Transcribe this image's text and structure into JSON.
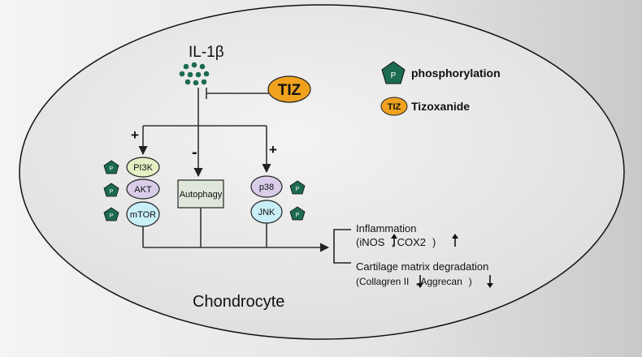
{
  "ligand": {
    "label": "IL-1β"
  },
  "drug": {
    "label": "TIZ"
  },
  "legend": {
    "phosphorylation": {
      "symbol": "P",
      "label": "phosphorylation"
    },
    "tizoxanide": {
      "symbol": "TIZ",
      "label": "Tizoxanide"
    }
  },
  "cell": {
    "label": "Chondrocyte"
  },
  "signs": {
    "pi3k_branch": "+",
    "autophagy_branch": "-",
    "p38_branch": "+"
  },
  "nodes": {
    "pi3k": "PI3K",
    "akt": "AKT",
    "mtor": "mTOR",
    "autophagy": "Autophagy",
    "p38": "p38",
    "jnk": "JNK"
  },
  "phospho_marker": "P",
  "outcomes": {
    "inflammation": {
      "title": "Inflammation",
      "open": "(iNOS",
      "mid": ", COX2",
      "close": ")"
    },
    "cartilage": {
      "title": "Cartilage matrix degradation",
      "open": "(Collagren II",
      "mid": ", Aggrecan",
      "close": ")"
    }
  },
  "colors": {
    "background": "#f2f2f2",
    "phospho_green": "#1d6b4f",
    "tiz_orange": "#f0a21e",
    "pi3k_fill": "#e4efc4",
    "akt_mtor_fill": "#d9cdea",
    "mtor_fill": "#c8eef6",
    "autophagy_fill": "#dfe6da",
    "p38_fill": "#d9cdea",
    "jnk_fill": "#c8eef6"
  }
}
